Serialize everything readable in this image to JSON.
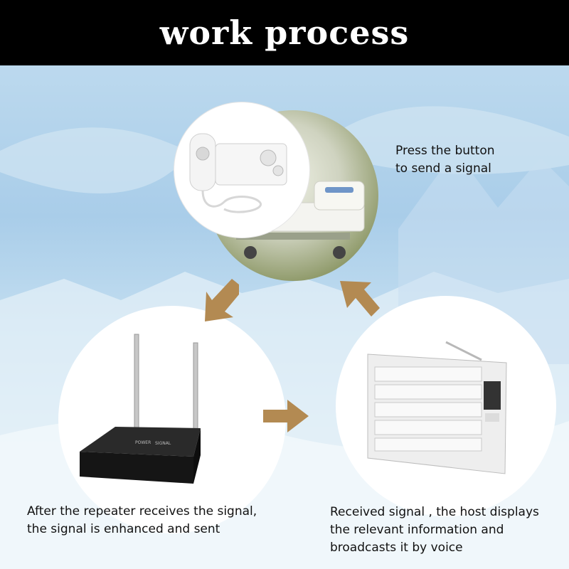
{
  "header": {
    "title": "work process"
  },
  "steps": [
    {
      "lines": [
        "Press the button",
        "to send a signal"
      ]
    },
    {
      "lines": [
        "After the repeater receives the signal,",
        "the signal is enhanced and sent"
      ]
    },
    {
      "lines": [
        "Received signal , the host displays",
        "the relevant information and",
        "broadcasts it by voice"
      ]
    }
  ],
  "device_labels": {
    "repeater_left": "POWER",
    "repeater_right": "SIGNAL"
  },
  "colors": {
    "header_bg": "#000000",
    "arrow": "#b38a52",
    "sky": "#b3d4ec"
  }
}
